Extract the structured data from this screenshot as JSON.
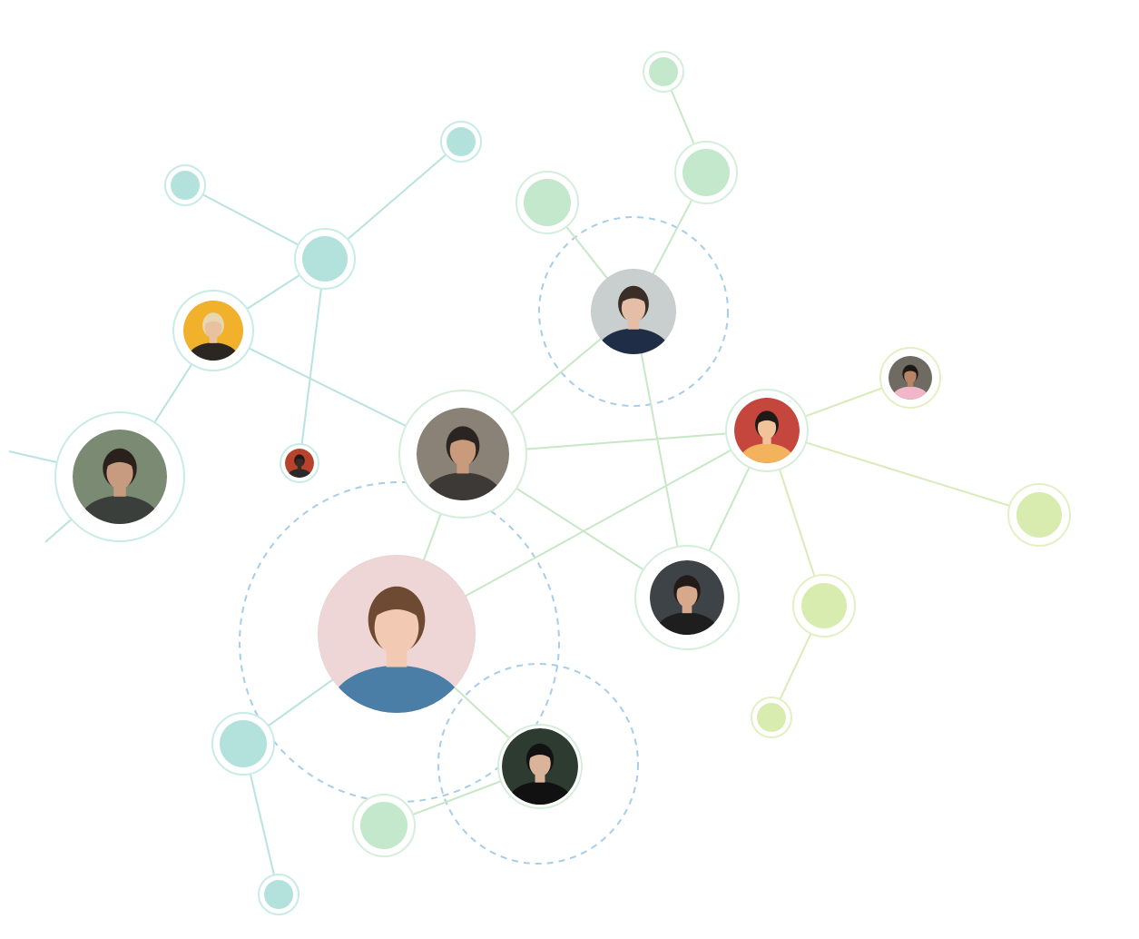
{
  "palette": {
    "teal": "#b3e2dd",
    "teal_ring": "#c9ebe7",
    "green": "#c4e8cb",
    "green_ring": "#d5eedb",
    "lime": "#d9ecb0",
    "lime_ring": "#e3f0c4",
    "dashed_circle": "#a6cdea",
    "background": "#ffffff"
  },
  "avatars": [
    {
      "id": "avatar-man-yellow-backdrop",
      "icon": "person-photo-icon",
      "bg": "#f2b12b",
      "skin": "#e8c2a0",
      "hair": "#e7d7b0",
      "shirt": "#2b2622"
    },
    {
      "id": "avatar-man-looking-up",
      "icon": "person-photo-icon",
      "bg": "#7a8a73",
      "skin": "#c79b80",
      "hair": "#2a211c",
      "shirt": "#3b3f3c"
    },
    {
      "id": "avatar-man-red-wall-small",
      "icon": "person-photo-icon",
      "bg": "#b8432d",
      "skin": "#3a2b24",
      "hair": "#1e1a18",
      "shirt": "#2a2a2a"
    },
    {
      "id": "avatar-man-plaid-shirt",
      "icon": "person-photo-icon",
      "bg": "#8a8276",
      "skin": "#c99a7b",
      "hair": "#2b2522",
      "shirt": "#3d3936"
    },
    {
      "id": "avatar-man-grey-backdrop",
      "icon": "person-photo-icon",
      "bg": "#c9cfcf",
      "skin": "#e4bea6",
      "hair": "#3b2e26",
      "shirt": "#1f2d46"
    },
    {
      "id": "avatar-woman-red-wall",
      "icon": "person-photo-icon",
      "bg": "#c4463d",
      "skin": "#f1c39b",
      "hair": "#1f1a18",
      "shirt": "#f3b25c"
    },
    {
      "id": "avatar-woman-sunglasses",
      "icon": "person-photo-icon",
      "bg": "#6f6a62",
      "skin": "#b88466",
      "hair": "#1c1816",
      "shirt": "#f1b6c7"
    },
    {
      "id": "avatar-woman-smiling",
      "icon": "person-photo-icon",
      "bg": "#efd6d6",
      "skin": "#f2c9b3",
      "hair": "#6e4a33",
      "shirt": "#4a7ea6"
    },
    {
      "id": "avatar-man-dark-jacket",
      "icon": "person-photo-icon",
      "bg": "#3e4348",
      "skin": "#d6a98c",
      "hair": "#221b17",
      "shirt": "#1e1e1f"
    },
    {
      "id": "avatar-woman-green-leaves",
      "icon": "person-photo-icon",
      "bg": "#2d3b30",
      "skin": "#d9b39a",
      "hair": "#121212",
      "shirt": "#111111"
    }
  ]
}
